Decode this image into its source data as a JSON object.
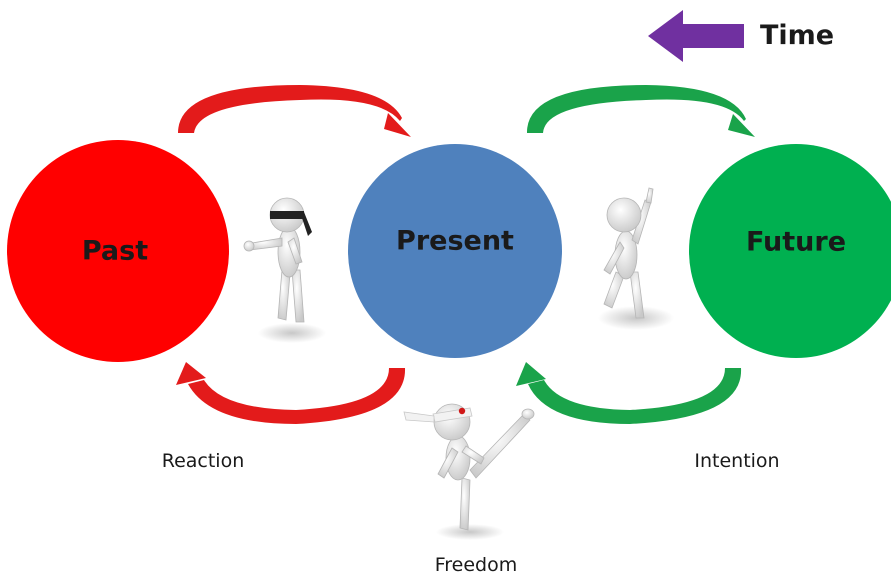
{
  "time_indicator": {
    "label": "Time",
    "arrow_color": "#7030a0",
    "direction": "left"
  },
  "nodes": [
    {
      "label": "Past",
      "color": "#ff0000"
    },
    {
      "label": "Present",
      "color": "#4f81bd"
    },
    {
      "label": "Future",
      "color": "#00b050"
    }
  ],
  "links": [
    {
      "from": "Past",
      "to": "Present",
      "color": "#e31b1b",
      "side": "top",
      "icon": "blindfolded-stick-figure-icon"
    },
    {
      "from": "Present",
      "to": "Past",
      "color": "#e31b1b",
      "side": "bottom",
      "caption": "Reaction"
    },
    {
      "from": "Present",
      "to": "Future",
      "color": "#1aa34a",
      "side": "top",
      "icon": "pointing-up-stick-figure-icon"
    },
    {
      "from": "Future",
      "to": "Present",
      "color": "#1aa34a",
      "side": "bottom",
      "caption": "Intention"
    }
  ],
  "center_caption": {
    "label": "Freedom",
    "icon": "karate-kick-stick-figure-icon"
  }
}
